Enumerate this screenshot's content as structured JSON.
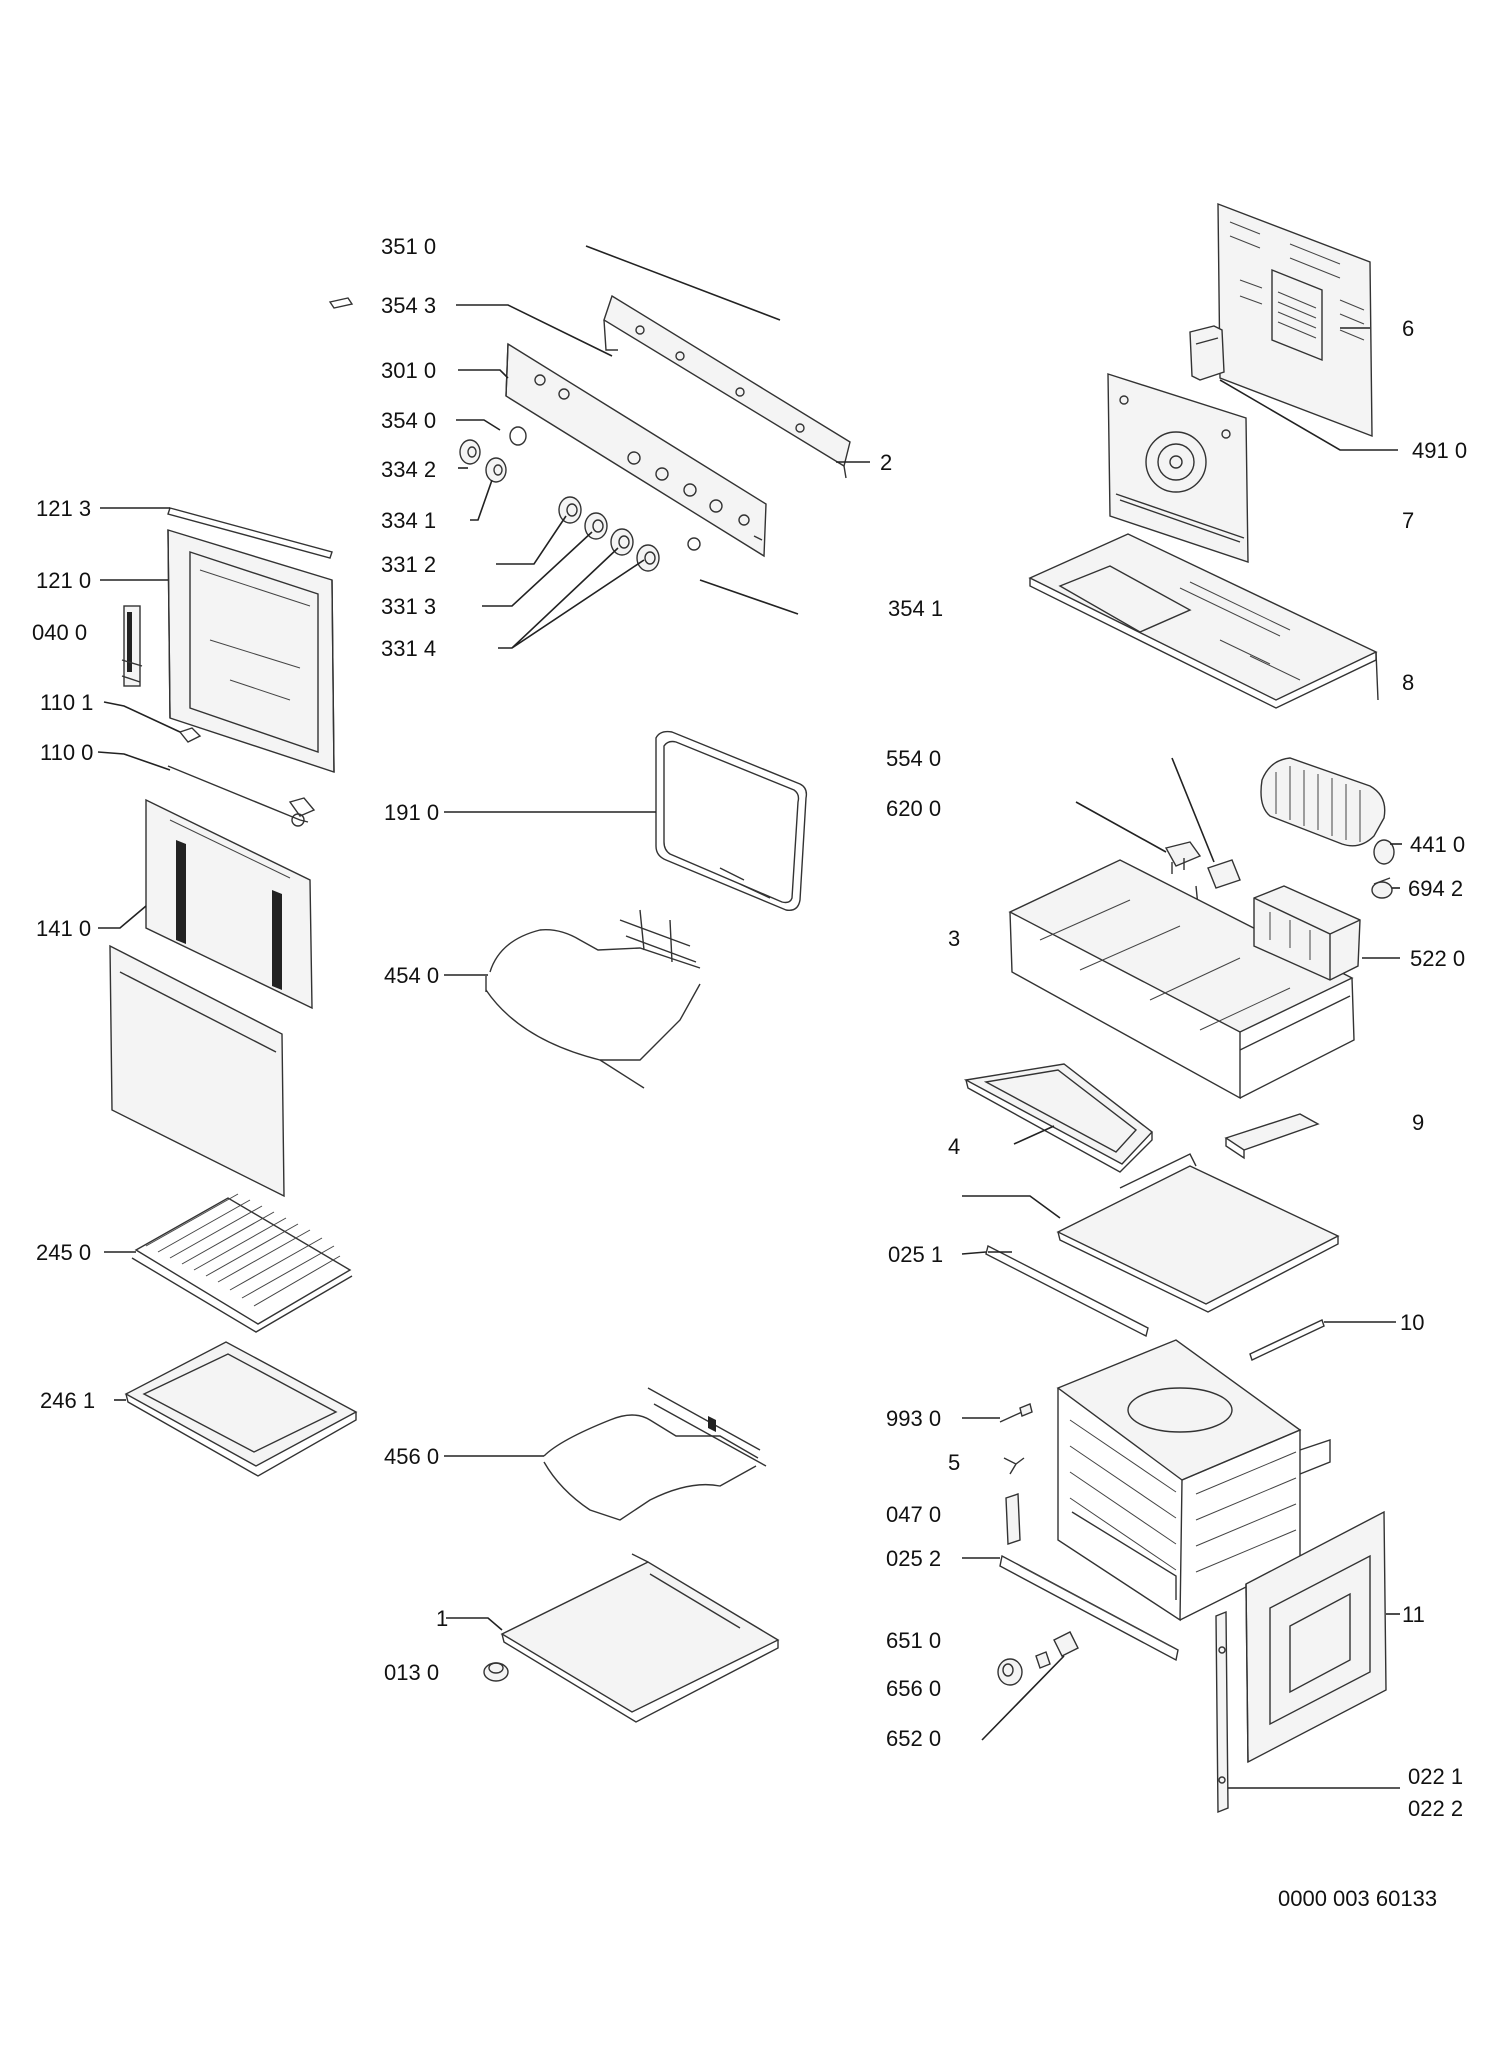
{
  "diagram": {
    "labels": {
      "l3510": "351 0",
      "l3543": "354 3",
      "l3010": "301 0",
      "l3540": "354 0",
      "l3342": "334 2",
      "l3341": "334 1",
      "l3312": "331 2",
      "l3313": "331 3",
      "l3314": "331 4",
      "l1213": "121 3",
      "l1210": "121 0",
      "l0400": "040 0",
      "l1101": "110 1",
      "l1100": "110 0",
      "l1410": "141 0",
      "l2450": "245 0",
      "l2461": "246 1",
      "l1910": "191 0",
      "l4540": "454 0",
      "l4560": "456 0",
      "l1": "1",
      "l0130": "013 0",
      "l2": "2",
      "l6": "6",
      "l4910": "491 0",
      "l7": "7",
      "l3541": "354 1",
      "l8": "8",
      "l5540": "554 0",
      "l6200": "620 0",
      "l4410": "441 0",
      "l6942": "694 2",
      "l3": "3",
      "l5220": "522 0",
      "l9": "9",
      "l4": "4",
      "l0251": "025 1",
      "l10": "10",
      "l9930": "993 0",
      "l5": "5",
      "l0470": "047 0",
      "l0252": "025 2",
      "l11": "11",
      "l6510": "651 0",
      "l6560": "656 0",
      "l6520": "652 0",
      "l0221": "022 1",
      "l0222": "022 2",
      "docnum": "0000 003 60133"
    }
  }
}
